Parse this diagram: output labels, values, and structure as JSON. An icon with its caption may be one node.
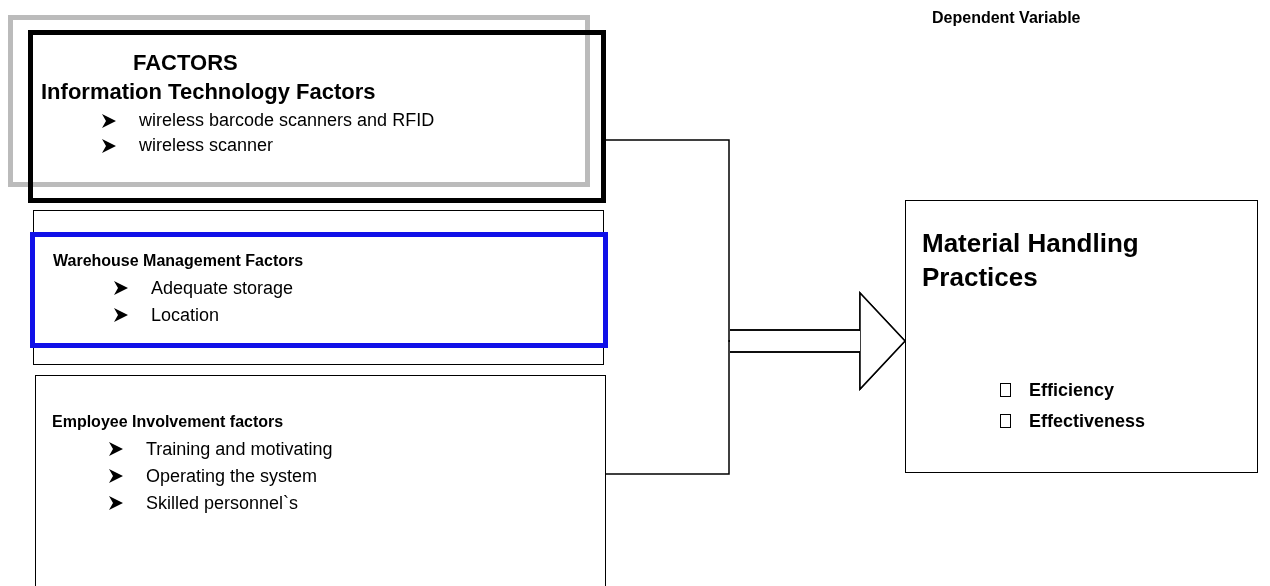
{
  "diagram": {
    "nodes": [
      {
        "text": [
          "FACTORS",
          "Information Technology Factors",
          "wireless barcode scanners and RFID",
          "wireless scanner"
        ]
      },
      {
        "text": [
          "Warehouse Management Factors",
          "Adequate storage",
          "Location"
        ]
      },
      {
        "text": [
          "Employee Involvement factors",
          "Training and motivating",
          "Operating the system",
          "Skilled personnel`s"
        ]
      },
      {
        "text": [
          "Material Handling Practices",
          "Efficiency",
          "Effectiveness"
        ]
      }
    ],
    "edges": [
      {
        "from": 0,
        "to": 3,
        "arrow": "to"
      },
      {
        "from": 2,
        "to": 3,
        "arrow": "to"
      }
    ],
    "labels": [
      "Dependent Variable"
    ]
  }
}
